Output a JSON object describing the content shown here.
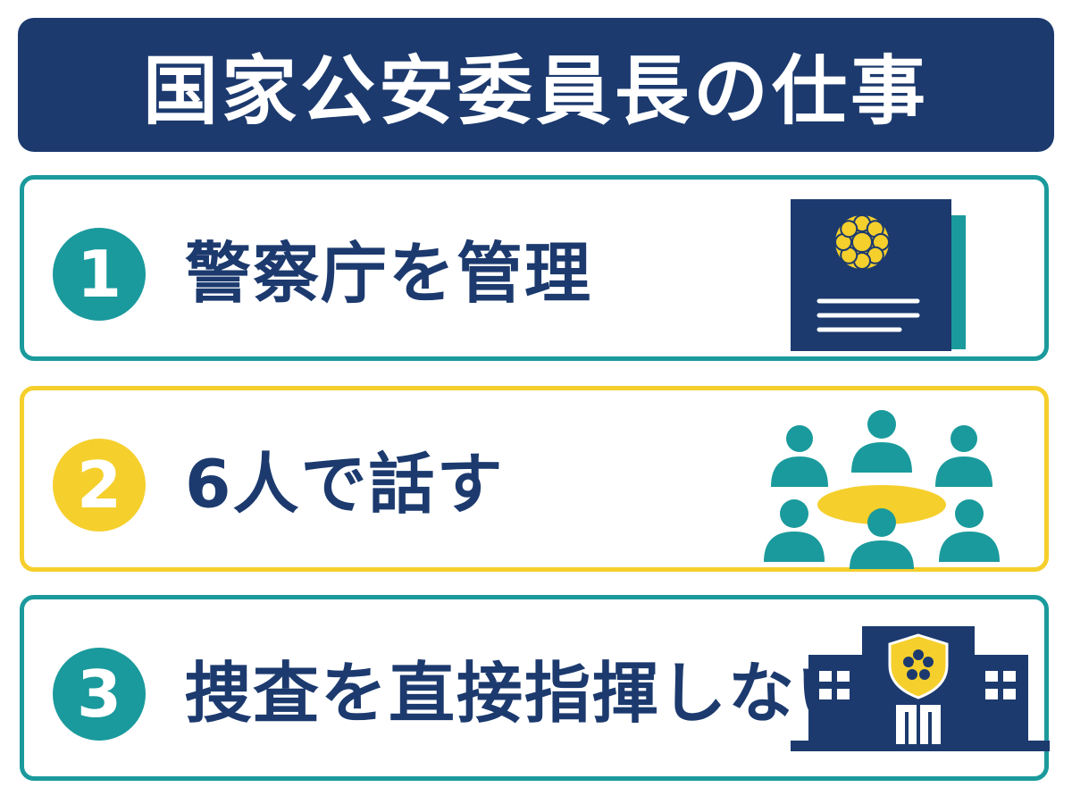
{
  "header": {
    "title": "国家公安委員長の仕事"
  },
  "items": [
    {
      "number": "1",
      "label": "警察庁を管理",
      "icon": "document-with-emblem-icon"
    },
    {
      "number": "2",
      "label": "6人で話す",
      "icon": "meeting-table-icon"
    },
    {
      "number": "3",
      "label": "捜査を直接指揮しない",
      "icon": "police-building-icon"
    }
  ],
  "colors": {
    "navy": "#1c3a6e",
    "teal": "#1a9a9c",
    "yellow": "#f5cf2c",
    "white": "#ffffff"
  }
}
